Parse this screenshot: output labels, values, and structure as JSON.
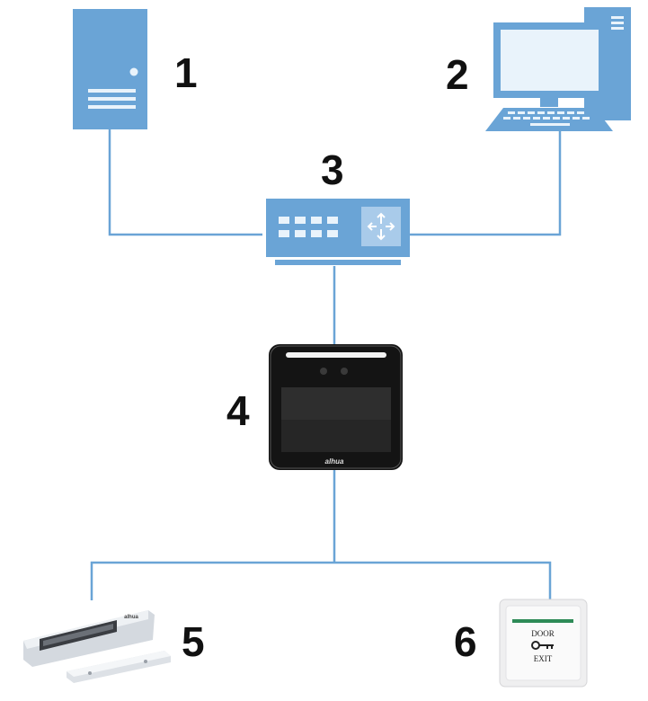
{
  "labels": {
    "server": "1",
    "pc": "2",
    "switch": "3",
    "terminal": "4",
    "lock": "5",
    "exit_button": "6"
  },
  "device_text": {
    "terminal_brand": "alhua",
    "lock_brand": "alhua",
    "button_top": "DOOR",
    "button_bottom": "EXIT"
  },
  "colors": {
    "line": "#6aa4d6",
    "device_blue": "#6aa4d6",
    "device_light": "#e9f3fb",
    "terminal_body": "#111111",
    "button_green": "#2e8b57"
  }
}
